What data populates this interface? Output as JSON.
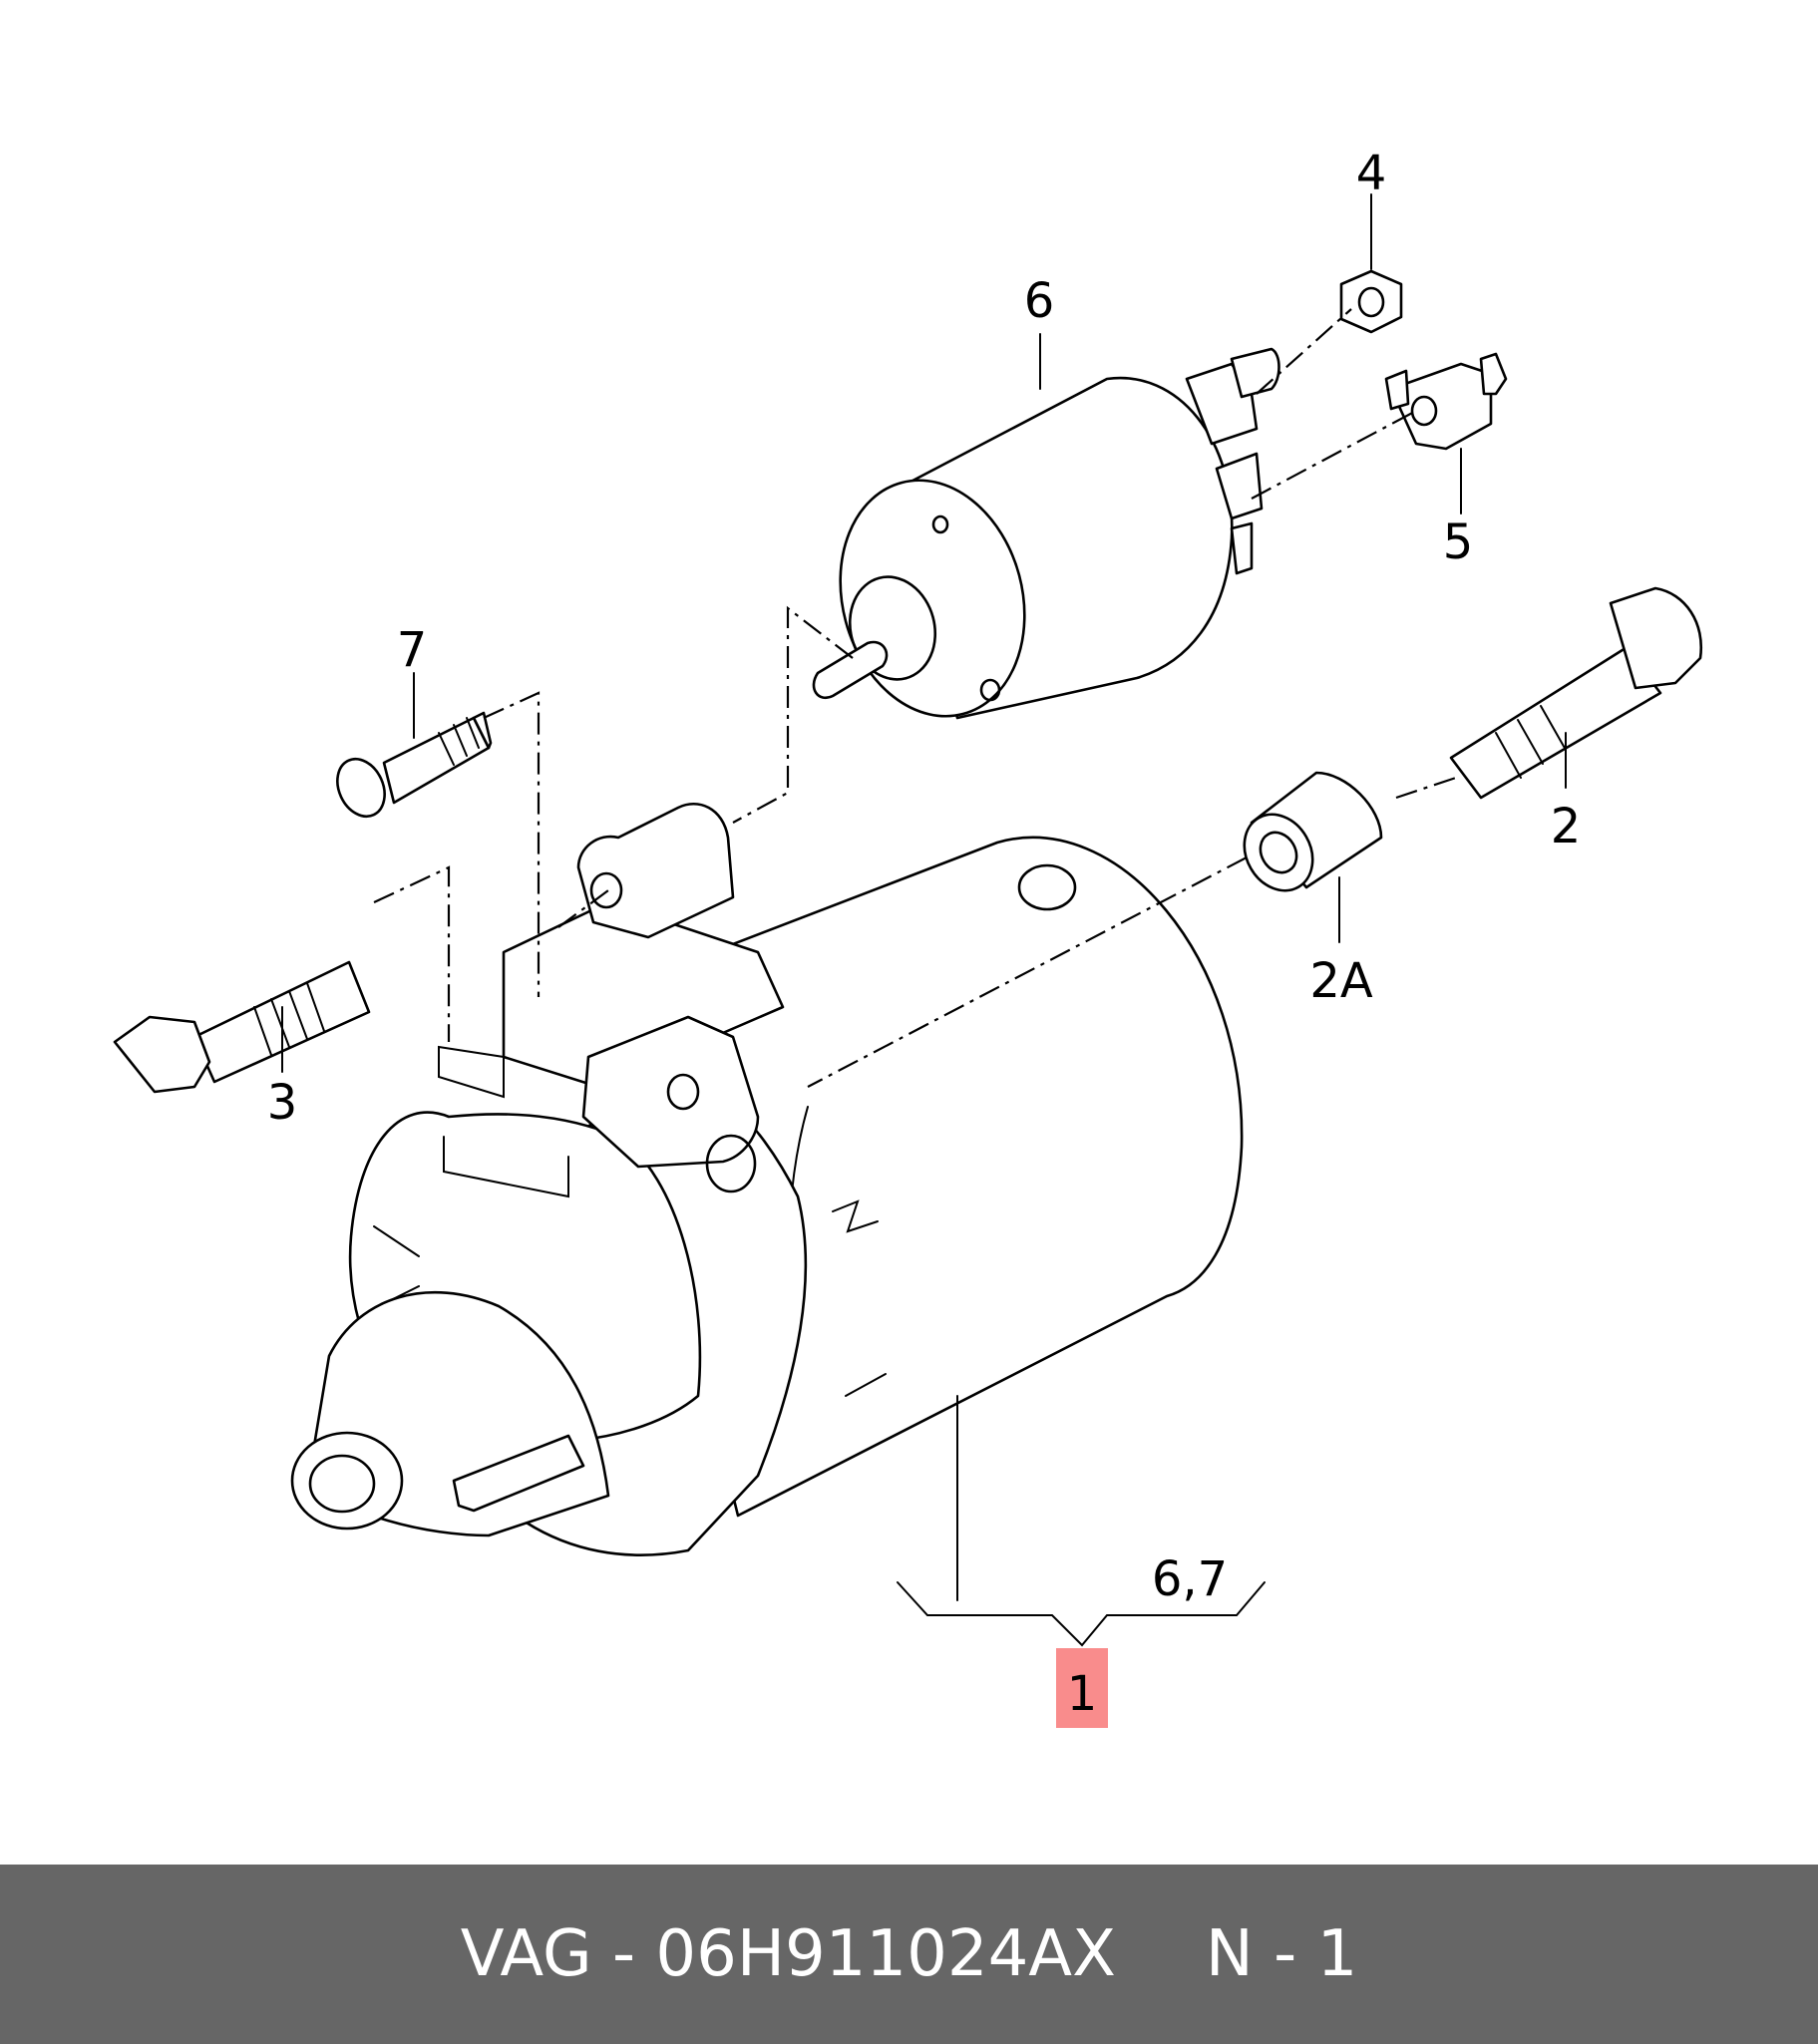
{
  "diagram": {
    "callouts": {
      "c1": "1",
      "c2": "2",
      "c2a": "2A",
      "c3": "3",
      "c4": "4",
      "c5": "5",
      "c6": "6",
      "c7": "7",
      "c67": "6,7"
    },
    "highlight_color": "#f98c8c"
  },
  "footer": {
    "part_label": "VAG - 06H911024AX",
    "qty_label": "N - 1",
    "background": "#666666",
    "text_color": "#ffffff"
  }
}
